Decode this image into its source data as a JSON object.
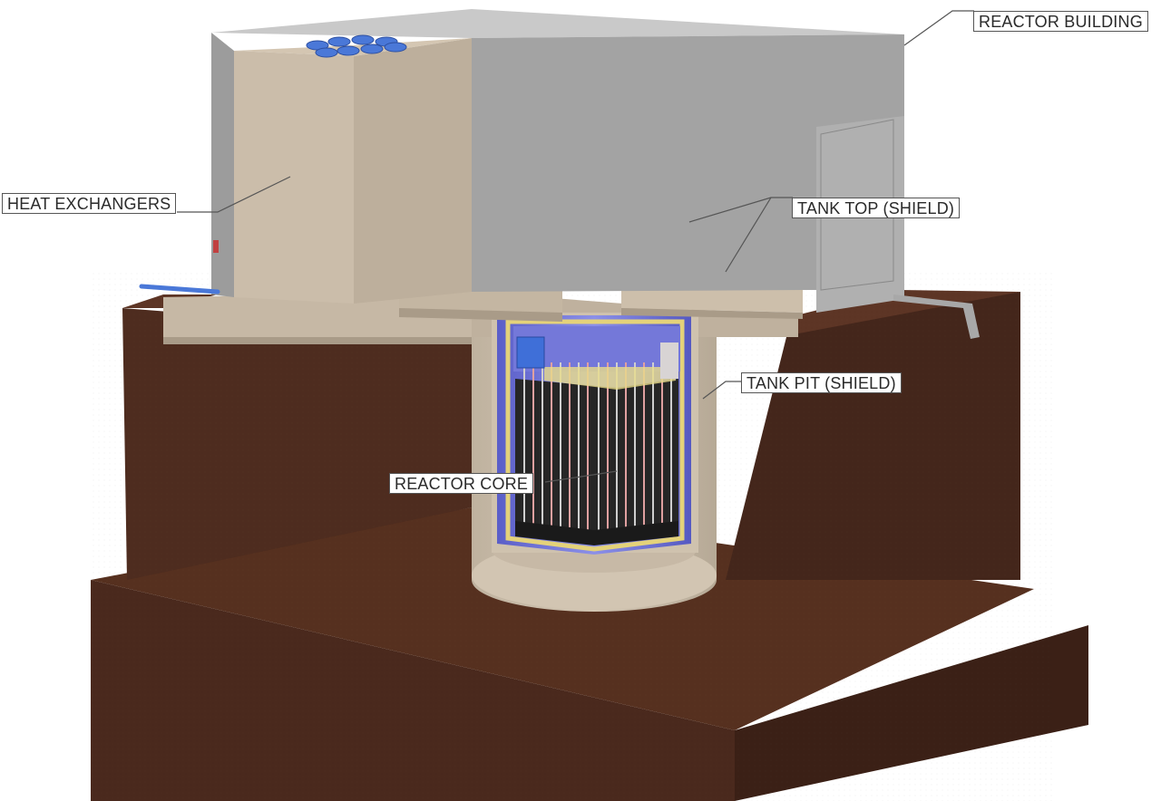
{
  "labels": {
    "reactor_building": "REACTOR BUILDING",
    "heat_exchangers": "HEAT EXCHANGERS",
    "tank_top": "TANK TOP (SHIELD)",
    "tank_pit": "TANK PIT (SHIELD)",
    "reactor_core": "REACTOR CORE"
  },
  "colors": {
    "soil_front": "#4d2b1f",
    "soil_top": "#5a3324",
    "soil_side": "#3f2318",
    "concrete": "#c5b7a4",
    "concrete_dark": "#a99b88",
    "building_wall": "#a9a9a9",
    "building_wall_dark": "#969696",
    "building_top": "#c4c4c4",
    "vessel_blue": "#6b6fd6",
    "fuel_yellow": "#e8dc8a",
    "coolant_blue": "#3f6fd8"
  }
}
